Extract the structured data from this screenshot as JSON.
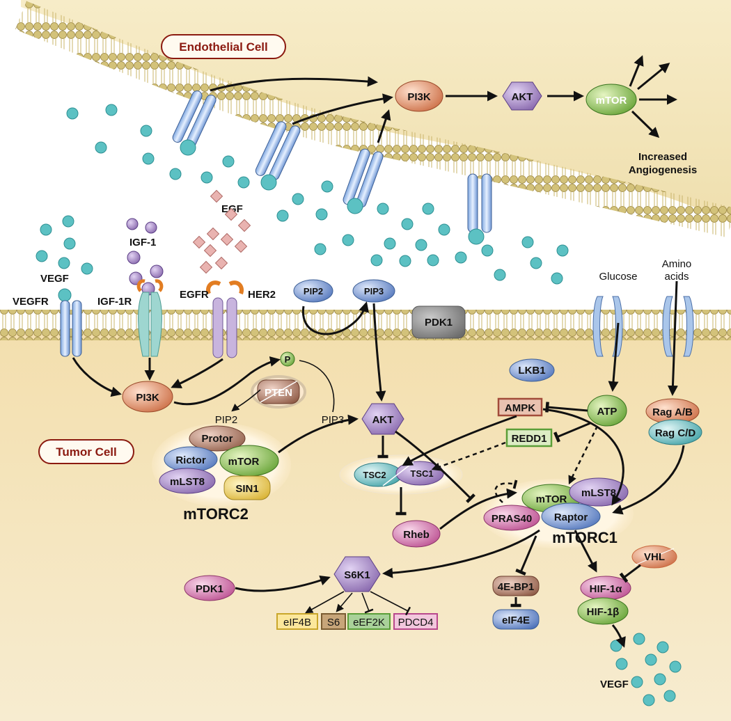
{
  "cells": {
    "endothelial": "Endothelial Cell",
    "tumor": "Tumor Cell"
  },
  "endothelial": {
    "pi3k": "PI3K",
    "akt": "AKT",
    "mtor": "mTOR",
    "outcome_line1": "Increased",
    "outcome_line2": "Angiogenesis"
  },
  "ligands": {
    "vegf": "VEGF",
    "igf1": "IGF-1",
    "egf": "EGF",
    "glucose": "Glucose",
    "amino_line1": "Amino",
    "amino_line2": "acids",
    "vegf_out": "VEGF"
  },
  "receptors": {
    "vegfr": "VEGFR",
    "igf1r": "IGF-1R",
    "egfr": "EGFR",
    "her2": "HER2"
  },
  "membrane": {
    "pip2": "PIP2",
    "pip3": "PIP3",
    "pdk1": "PDK1"
  },
  "tumor": {
    "pi3k": "PI3K",
    "p": "P",
    "pten": "PTEN",
    "pip2": "PIP2",
    "pip3": "PIP3",
    "akt": "AKT",
    "lkb1": "LKB1",
    "ampk": "AMPK",
    "atp": "ATP",
    "redd1": "REDD1",
    "rag_ab": "Rag A/B",
    "rag_cd": "Rag C/D",
    "tsc2": "TSC2",
    "tsc1": "TSC1",
    "rheb": "Rheb",
    "pdk1": "PDK1",
    "s6k1": "S6K1",
    "eif4b": "eIF4B",
    "s6": "S6",
    "eef2k": "eEF2K",
    "pdcd4": "PDCD4",
    "e4bp1": "4E-BP1",
    "eif4e": "eIF4E",
    "vhl": "VHL",
    "hif1a": "HIF-1α",
    "hif1b": "HIF-1β"
  },
  "mtorc2": {
    "protor": "Protor",
    "rictor": "Rictor",
    "mtor": "mTOR",
    "mlst8": "mLST8",
    "sin1": "SIN1",
    "name": "mTORC2"
  },
  "mtorc1": {
    "mtor": "mTOR",
    "mlst8": "mLST8",
    "pras40": "PRAS40",
    "raptor": "Raptor",
    "name": "mTORC1"
  }
}
